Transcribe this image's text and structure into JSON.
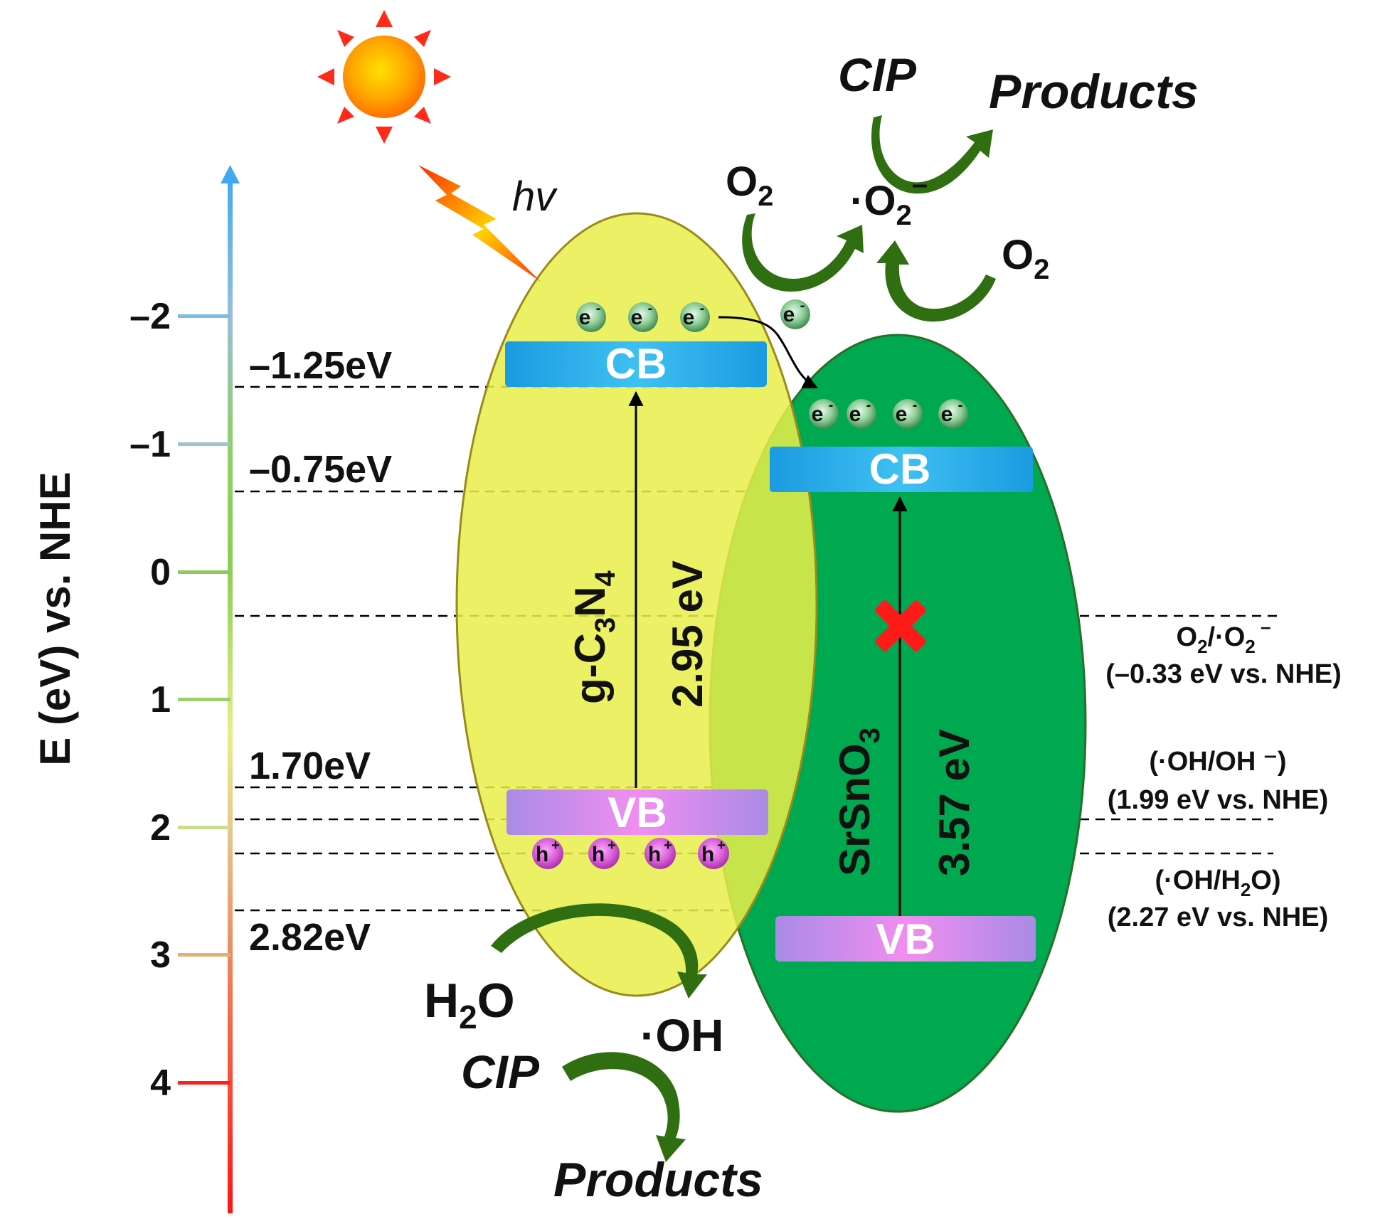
{
  "axis": {
    "label": "E (eV) vs. NHE",
    "ticks": [
      "–2",
      "–1",
      "0",
      "1",
      "2",
      "3",
      "4"
    ]
  },
  "levels": {
    "gcn_cb": "–1.25eV",
    "sso_cb": "–0.75eV",
    "gcn_vb": "1.70eV",
    "sso_vb": "2.82eV"
  },
  "light": {
    "label": "hv"
  },
  "gcn": {
    "name_g": "g-C",
    "name_sub3": "3",
    "name_n": "N",
    "name_sub4": "4",
    "gap": "2.95 eV",
    "cb": "CB",
    "vb": "VB"
  },
  "sso": {
    "name": "SrSnO",
    "name_sub": "3",
    "gap": "3.57 eV",
    "cb": "CB",
    "vb": "VB"
  },
  "carriers": {
    "e": "e",
    "e_sup": "-",
    "h": "h",
    "h_sup": "+"
  },
  "top": {
    "cip": "CIP",
    "products": "Products",
    "o2_left": "O",
    "o2_left_sub": "2",
    "o2_right": "O",
    "o2_right_sub": "2",
    "superoxide": "·O",
    "superoxide_sub": "2",
    "superoxide_sup": "–"
  },
  "bottom": {
    "h2o_h": "H",
    "h2o_sub": "2",
    "h2o_o": "O",
    "oh": "·OH",
    "cip": "CIP",
    "products": "Products"
  },
  "potentials": {
    "o2_line1_a": "O",
    "o2_line1_sub1": "2",
    "o2_line1_b": "/·O",
    "o2_line1_sub2": "2",
    "o2_line1_sup": " –",
    "o2_line2": "(–0.33 eV vs. NHE)",
    "oh_line1": "(·OH/OH ⁻)",
    "oh_line2": "(1.99 eV vs. NHE)",
    "h2o_line1_a": "(·OH/H",
    "h2o_line1_sub": "2",
    "h2o_line1_b": "O)",
    "h2o_line2": "(2.27 eV vs. NHE)"
  },
  "colors": {
    "gcn_fill": "#e8ee4a",
    "sso_fill": "#00a84f",
    "cb_band": "#1ea7e6",
    "vb_band_edge": "#a98be6",
    "vb_band_mid": "#f08ef0",
    "arrow_green": "#2f6f12",
    "blocked": "#ff1a1a"
  }
}
